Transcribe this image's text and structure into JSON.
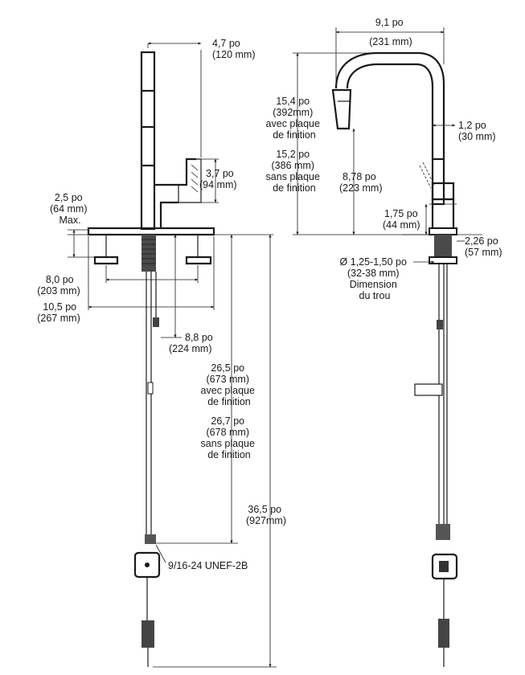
{
  "front_view": {
    "spout_reach": [
      "4,7 po",
      "(120 mm)"
    ],
    "sprayhead_height": [
      "3,7 po",
      "(94 mm)"
    ],
    "deck_thickness": [
      "2,5 po",
      "(64 mm)",
      "Max."
    ],
    "hole_spacing": [
      "8,0 po",
      "(203 mm)"
    ],
    "plate_width": [
      "10,5 po",
      "(267 mm)"
    ],
    "shank_length": [
      "8,8 po",
      "(224 mm)"
    ],
    "hose_with_plate": [
      "26,5 po",
      "(673 mm)",
      "avec plaque",
      "de finition"
    ],
    "hose_without_plate": [
      "26,7 po",
      "(678 mm)",
      "sans plaque",
      "de finition"
    ],
    "total_hose": [
      "36,5 po",
      "(927mm)"
    ],
    "thread_spec": "9/16-24 UNEF-2B"
  },
  "side_view": {
    "spout_reach": [
      "9,1 po",
      "(231 mm)"
    ],
    "height_with_plate": [
      "15,4 po",
      "(392mm)",
      "avec plaque",
      "de finition"
    ],
    "height_without_plate": [
      "15,2 po",
      "(386 mm)",
      "sans plaque",
      "de finition"
    ],
    "spout_width": [
      "1,2 po",
      "(30 mm)"
    ],
    "clearance": [
      "8,78 po",
      "(223 mm)"
    ],
    "base_height": [
      "1,75 po",
      "(44 mm)"
    ],
    "base_diameter": [
      "2,26 po",
      "(57 mm)"
    ],
    "hole_dimension": [
      "Ø 1,25-1,50 po",
      "(32-38 mm)",
      "Dimension",
      "du trou"
    ]
  }
}
